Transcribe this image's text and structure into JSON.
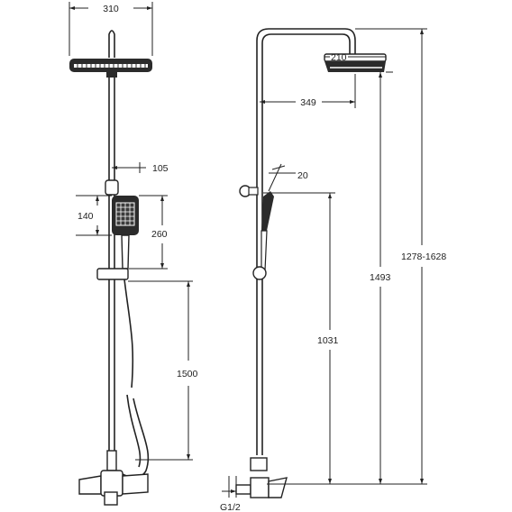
{
  "front_view": {
    "width_label": "310",
    "holder_offset_label": "105",
    "handset_head_label": "140",
    "handset_length_label": "260",
    "hose_label": "1500"
  },
  "side_view": {
    "head_diameter_label": "210",
    "arm_reach_label": "349",
    "angle_label": "20",
    "total_height_label": "1278-1628",
    "head_height_label": "1493",
    "holder_height_label": "1031",
    "thread_label": "G1/2"
  },
  "colors": {
    "line": "#222222",
    "dark_fill": "#2b2b2b",
    "background": "#ffffff"
  }
}
